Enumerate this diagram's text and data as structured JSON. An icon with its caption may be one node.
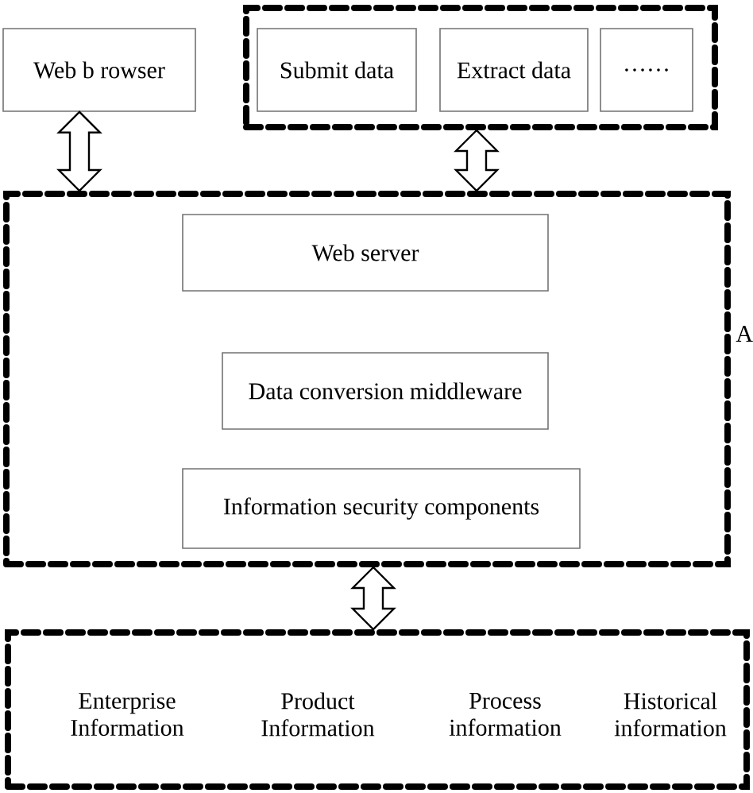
{
  "diagram": {
    "nodes": [
      {
        "text": [
          "Web b rowser"
        ]
      },
      {
        "text": [],
        "shape": "box"
      },
      {
        "text": [
          "Submit data"
        ],
        "in": 1
      },
      {
        "text": [
          "Extract data"
        ],
        "in": 1
      },
      {
        "text": [
          "……"
        ],
        "in": 1
      },
      {
        "text": [],
        "shape": "box"
      },
      {
        "text": [
          "Web server"
        ],
        "in": 5
      },
      {
        "text": [
          "Data conversion middleware"
        ],
        "in": 5
      },
      {
        "text": [
          "Information security components"
        ],
        "in": 5
      },
      {
        "text": [
          "Enterprise Information",
          "Product Information",
          "Process information",
          "Historical information"
        ]
      }
    ],
    "edges": [
      {
        "from": 0,
        "to": 5,
        "arrow": "both"
      },
      {
        "from": 1,
        "to": 5,
        "arrow": "both"
      },
      {
        "from": 5,
        "to": 9,
        "arrow": "both"
      }
    ],
    "labels": [
      "A"
    ]
  }
}
